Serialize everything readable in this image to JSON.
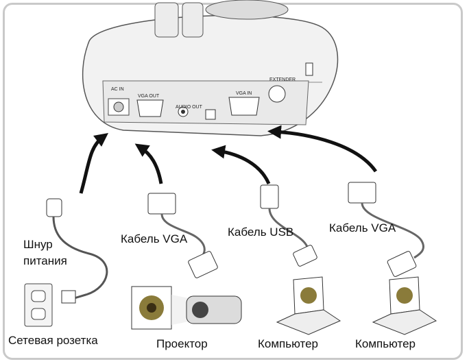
{
  "device_ports": {
    "ac_in": "AC IN",
    "vga_out": "VGA OUT",
    "audio_out": "AUDIO OUT",
    "vga_in": "VGA IN",
    "extender": "EXTENDER"
  },
  "labels": {
    "power_cord_line1": "Шнур",
    "power_cord_line2": "питания",
    "vga_cable_1": "Кабель VGA",
    "usb_cable": "Кабель USB",
    "vga_cable_2": "Кабель VGA",
    "outlet": "Сетевая розетка",
    "projector": "Проектор",
    "computer_1": "Компьютер",
    "computer_2": "Компьютер"
  }
}
